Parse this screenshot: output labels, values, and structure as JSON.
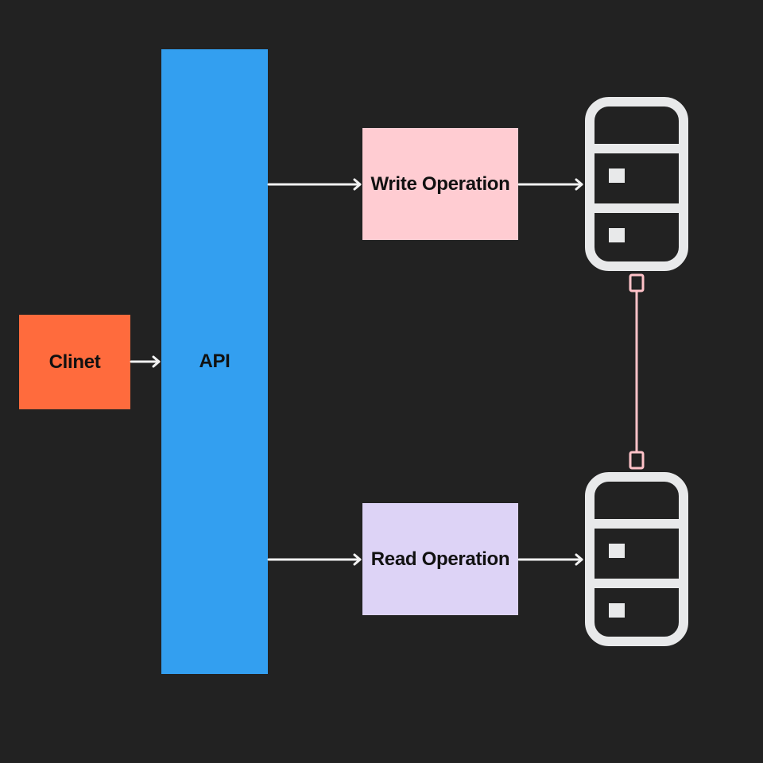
{
  "colors": {
    "background": "#222222",
    "client": "#ff6b3d",
    "api": "#339ff0",
    "write": "#ffccd2",
    "read": "#ddd3f6",
    "database": "#e8e9ea",
    "replication": "#ffc2c8",
    "arrow": "#f2f2f2"
  },
  "nodes": {
    "client": {
      "label": "Clinet"
    },
    "api": {
      "label": "API"
    },
    "write_operation": {
      "label": "Write Operation"
    },
    "read_operation": {
      "label": "Read Operation"
    }
  },
  "icons": {
    "primary_db": "database-server-icon",
    "replica_db": "database-server-icon"
  }
}
